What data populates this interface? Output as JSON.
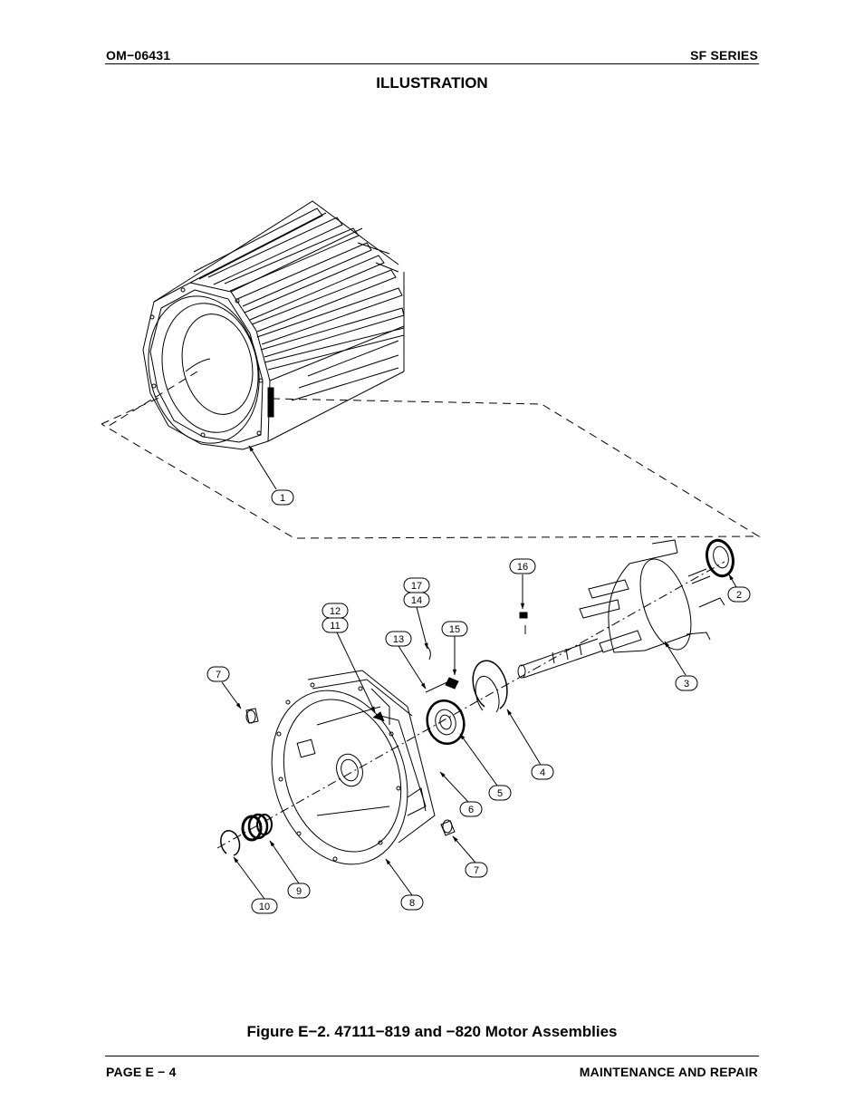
{
  "header": {
    "doc_number": "OM−06431",
    "series": "SF SERIES",
    "section_title": "ILLUSTRATION"
  },
  "figure": {
    "caption": "Figure E−2.  47111−819 and −820 Motor Assemblies",
    "callouts": {
      "c1": "1",
      "c2": "2",
      "c3": "3",
      "c4": "4",
      "c5": "5",
      "c6": "6",
      "c7a": "7",
      "c7b": "7",
      "c8": "8",
      "c9": "9",
      "c10": "10",
      "c11": "11",
      "c12": "12",
      "c13": "13",
      "c14": "14",
      "c15": "15",
      "c16": "16",
      "c17": "17"
    }
  },
  "footer": {
    "page": "PAGE E − 4",
    "section": "MAINTENANCE AND REPAIR"
  }
}
